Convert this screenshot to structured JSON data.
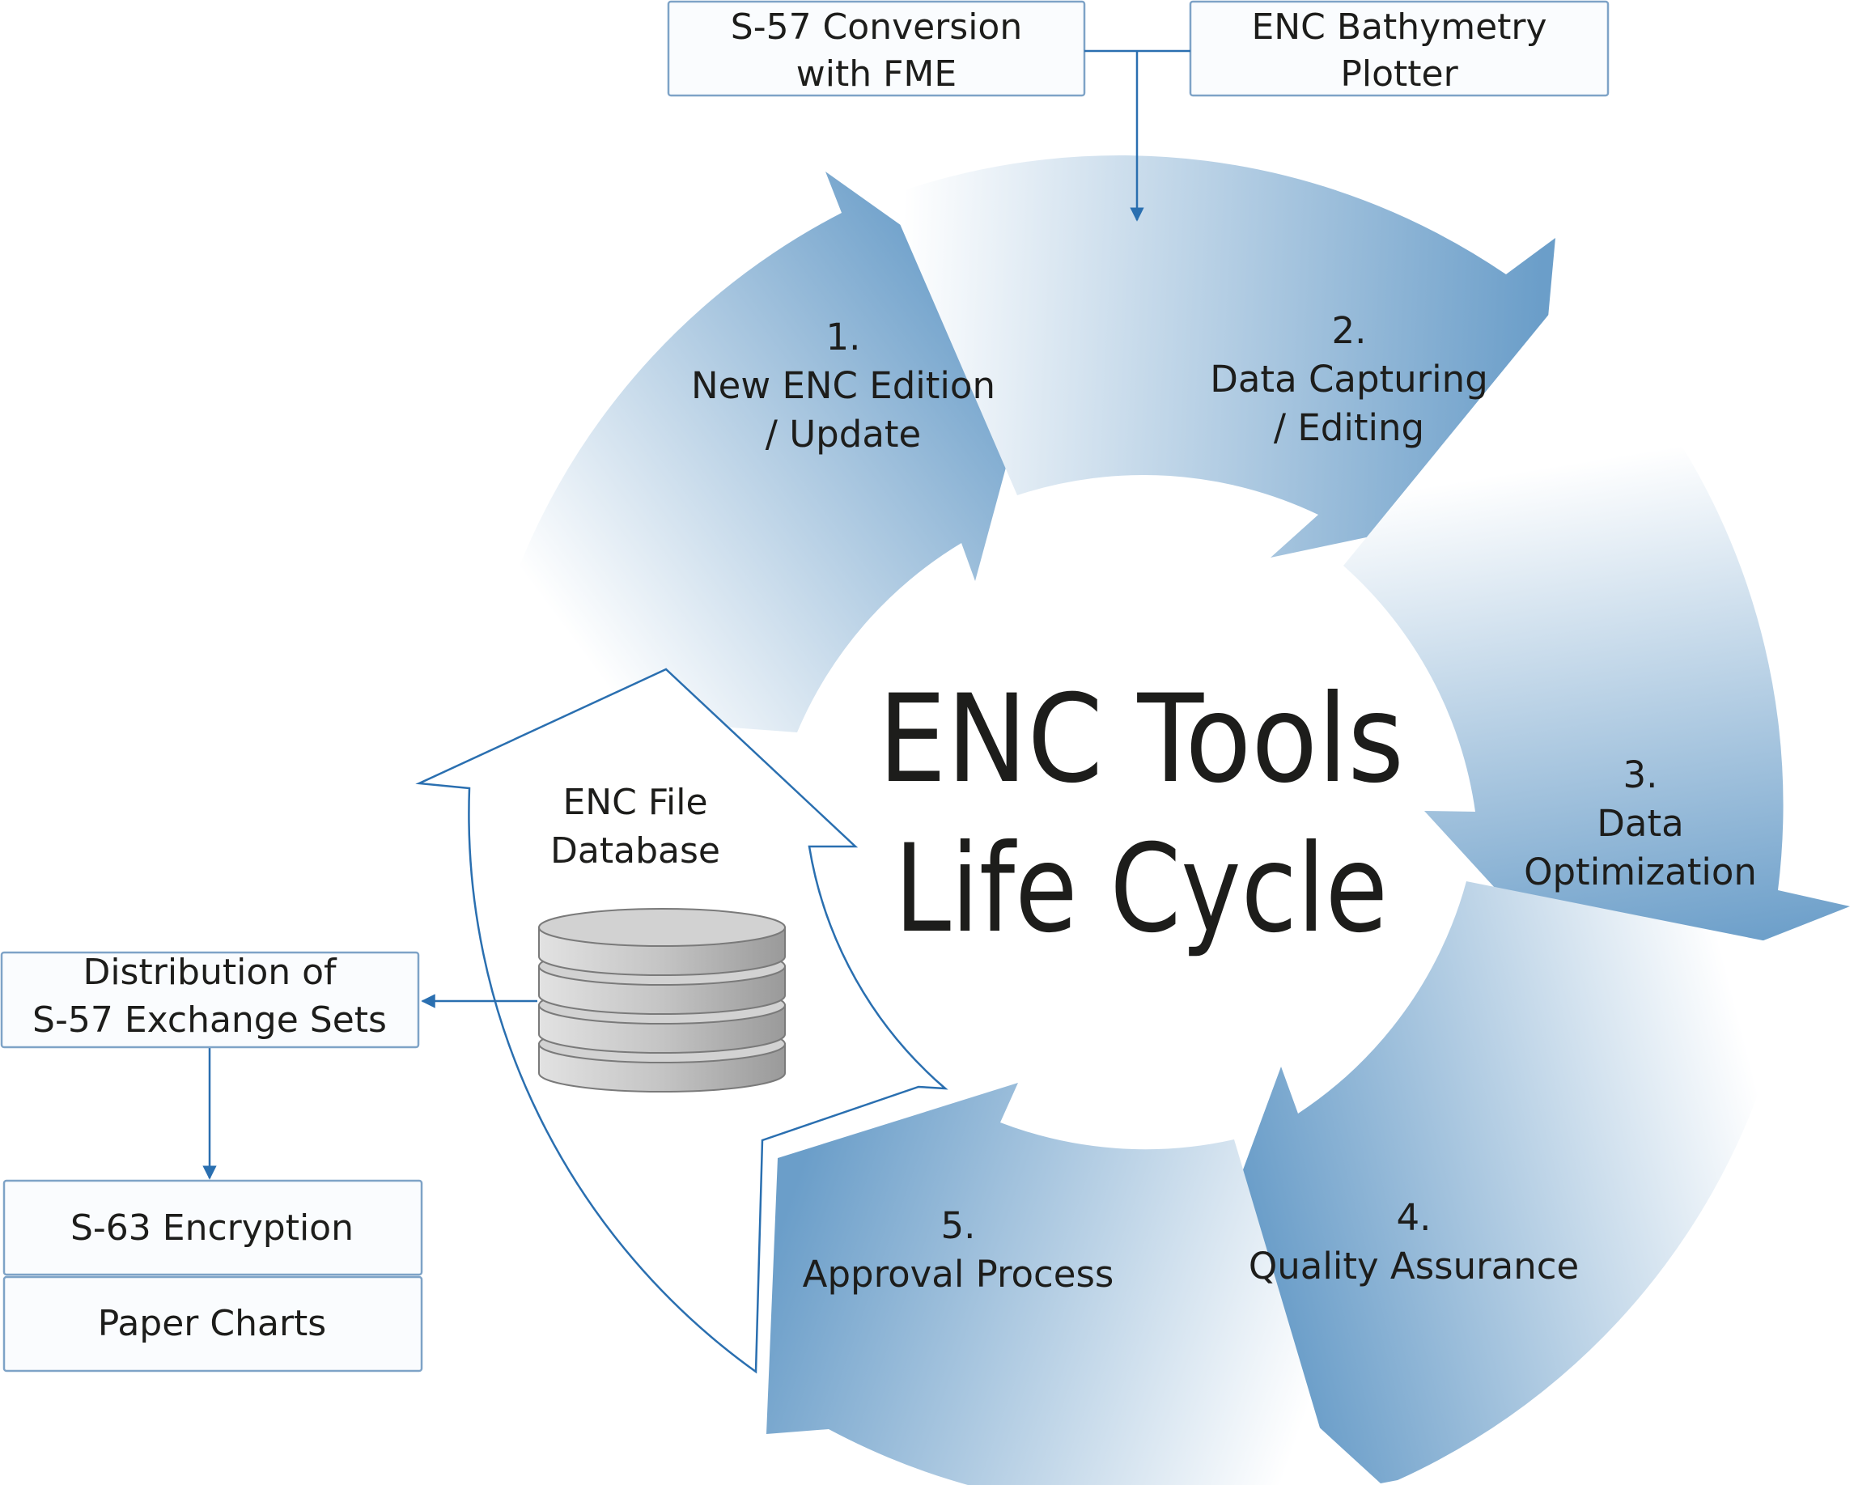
{
  "title": {
    "line1": "ENC Tools",
    "line2": "Life Cycle"
  },
  "inputs": {
    "conversion": {
      "line1": "S-57 Conversion",
      "line2": "with FME"
    },
    "plotter": {
      "line1": "ENC Bathymetry",
      "line2": "Plotter"
    }
  },
  "steps": [
    {
      "number": "1.",
      "line1": "New ENC Edition",
      "line2": "/ Update"
    },
    {
      "number": "2.",
      "line1": "Data Capturing",
      "line2": "/ Editing"
    },
    {
      "number": "3.",
      "line1": "Data",
      "line2": "Optimization"
    },
    {
      "number": "4.",
      "line1": "Quality Assurance"
    },
    {
      "number": "5.",
      "line1": "Approval Process"
    }
  ],
  "database": {
    "line1": "ENC File",
    "line2": "Database"
  },
  "outputs": {
    "distribution": {
      "line1": "Distribution of",
      "line2": "S-57 Exchange Sets"
    },
    "encryption": "S-63 Encryption",
    "paper": "Paper Charts"
  },
  "colors": {
    "arrow_dark": "#6b9ec9",
    "arrow_light": "#ffffff",
    "connector": "#2a6fb0",
    "box_border": "#7ea3c7",
    "box_fill": "#fafcfe",
    "text": "#1d1d1b",
    "disk_fill": "#c8c8c8",
    "disk_stroke": "#7a7a7a"
  }
}
